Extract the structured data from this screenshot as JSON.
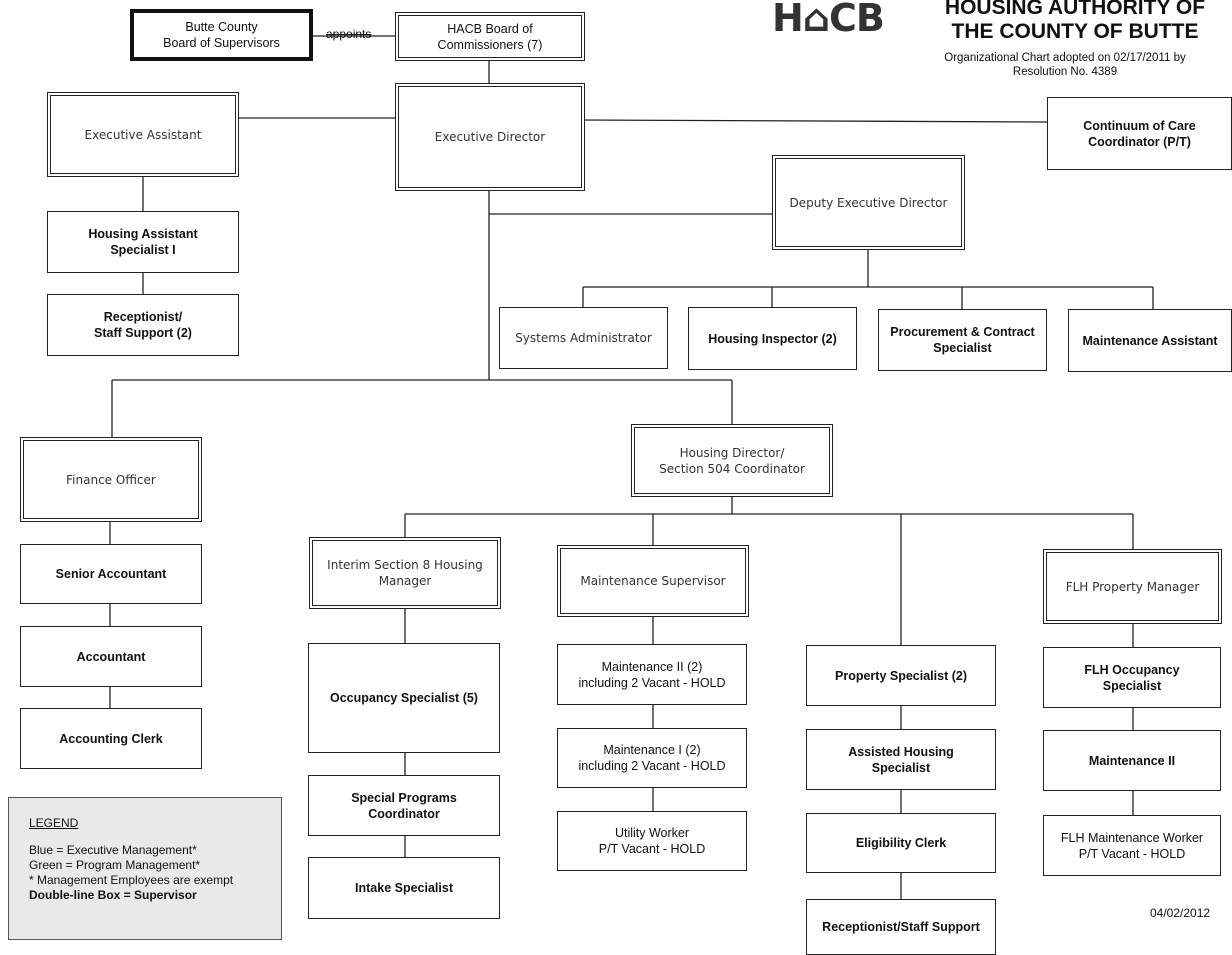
{
  "header": {
    "logo": "H⌂CB",
    "title": "HOUSING AUTHORITY OF\nTHE COUNTY OF BUTTE",
    "subtitle": "Organizational Chart adopted on 02/17/2011 by\nResolution No. 4389"
  },
  "appoints_label": "appoints",
  "boxes": {
    "supervisors": "Butte County\nBoard of Supervisors",
    "commissioners": "HACB Board of\nCommissioners (7)",
    "exec_assistant": "Executive Assistant",
    "exec_director": "Executive Director",
    "continuum": "Continuum of Care\nCoordinator (P/T)",
    "deputy": "Deputy Executive Director",
    "housing_asst": "Housing Assistant\nSpecialist I",
    "receptionist": "Receptionist/\nStaff Support (2)",
    "sys_admin": "Systems Administrator",
    "inspector": "Housing Inspector (2)",
    "procurement": "Procurement & Contract\nSpecialist",
    "maint_asst": "Maintenance Assistant",
    "finance": "Finance Officer",
    "housing_dir": "Housing Director/\nSection 504 Coordinator",
    "senior_acct": "Senior Accountant",
    "accountant": "Accountant",
    "acct_clerk": "Accounting Clerk",
    "sec8": "Interim Section 8 Housing\nManager",
    "maint_sup": "Maintenance Supervisor",
    "flh_pm": "FLH Property Manager",
    "occupancy": "Occupancy Specialist (5)",
    "special_prog": "Special Programs\nCoordinator",
    "intake": "Intake Specialist",
    "maint2": "Maintenance II (2)\nincluding 2 Vacant - HOLD",
    "maint1": "Maintenance I (2)\nincluding 2 Vacant - HOLD",
    "utility": "Utility Worker\nP/T Vacant - HOLD",
    "property_spec": "Property Specialist (2)",
    "assisted": "Assisted Housing\nSpecialist",
    "eligibility": "Eligibility Clerk",
    "recep_staff": "Receptionist/Staff Support",
    "flh_occ": "FLH Occupancy\nSpecialist",
    "flh_maint2": "Maintenance II",
    "flh_worker": "FLH Maintenance Worker\nP/T Vacant - HOLD"
  },
  "legend": {
    "heading": "LEGEND",
    "lines": [
      "Blue = Executive Management*",
      "Green = Program Management*",
      "* Management Employees are exempt",
      "Double-line Box = Supervisor"
    ]
  },
  "date": "04/02/2012"
}
